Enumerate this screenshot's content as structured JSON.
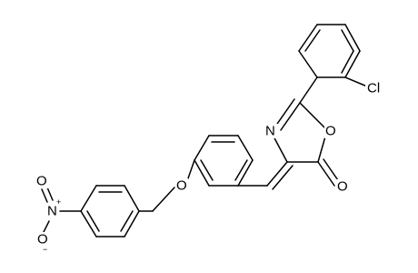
{
  "molecule": {
    "atoms": {
      "chlorine": "Cl",
      "ring_oxygen": "O",
      "ring_nitrogen": "N",
      "carbonyl_oxygen": "O",
      "ether_oxygen": "O",
      "nitro_nitrogen": "N",
      "nitro_nitrogen_charge": "+",
      "nitro_oxygen_top": "O",
      "nitro_oxygen_bottom": "O",
      "nitro_oxygen_bottom_charge": "−"
    },
    "colors": {
      "bond": "#000000",
      "label": "#000000",
      "background": "#ffffff"
    }
  }
}
